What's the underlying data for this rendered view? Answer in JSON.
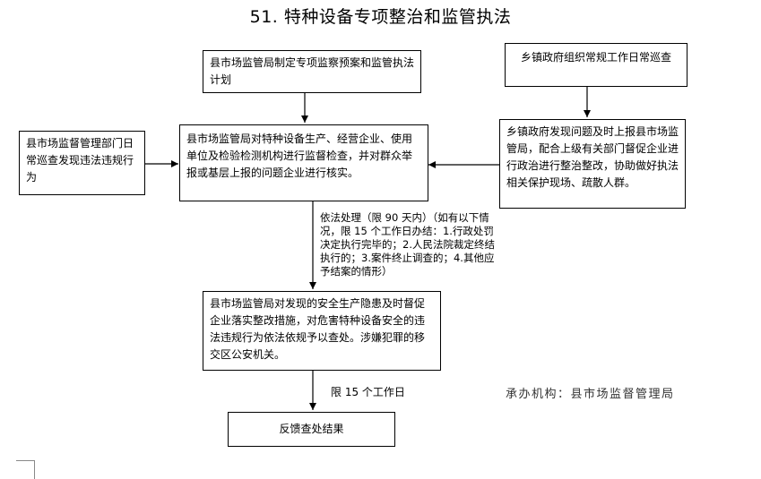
{
  "title": "51. 特种设备专项整治和监管执法",
  "boxes": {
    "plan": "县市场监管局制定专项监察预案和监管执法计划",
    "town_patrol": "乡镇政府组织常规工作日常巡查",
    "daily_patrol": "县市场监督管理部门日常巡查发现违法违规行为",
    "inspection": "县市场监管局对特种设备生产、经营企业、使用单位及检验检测机构进行监督检查，并对群众举报或基层上报的问题企业进行核实。",
    "town_report": "乡镇政府发现问题及时上报县市场监管局，配合上级有关部门督促企业进行政治进行整治整改，协助做好执法相关保护现场、疏散人群。",
    "handling": "县市场监管局对发现的安全生产隐患及时督促企业落实整改措施，对危害特种设备安全的违法违规行为依法依规予以查处。涉嫌犯罪的移交区公安机关。",
    "result": "反馈查处结果"
  },
  "labels": {
    "legal_process": "依法处理（限 90 天内）（如有以下情况，限 15 个工作日办结：1.行政处罚决定执行完毕的；2.人民法院裁定终结执行的；3.案件终止调查的；4.其他应予结案的情形）",
    "time_limit": "限 15 个工作日",
    "agency": "承办机构：县市场监督管理局"
  }
}
